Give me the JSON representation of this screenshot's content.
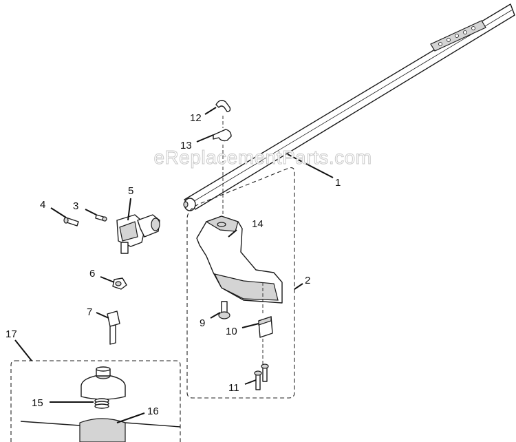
{
  "watermark": "eReplacementParts.com",
  "callouts": {
    "c1": "1",
    "c2": "2",
    "c3": "3",
    "c4": "4",
    "c5": "5",
    "c6": "6",
    "c7": "7",
    "c9": "9",
    "c10": "10",
    "c11": "11",
    "c12": "12",
    "c13": "13",
    "c14": "14",
    "c15": "15",
    "c16": "16",
    "c17": "17"
  }
}
